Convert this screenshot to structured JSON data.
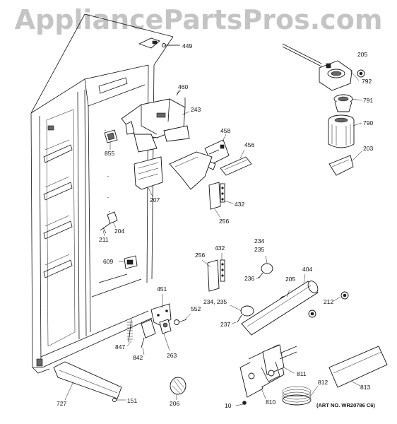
{
  "watermark": "AppliancePartsPros.com",
  "art_number": "(ART NO. WR20786 C6)",
  "parts": {
    "p449": "449",
    "p460": "460",
    "p243": "243",
    "p855": "855",
    "p458": "458",
    "p456": "456",
    "p207": "207",
    "p432a": "432",
    "p256a": "256",
    "p204": "204",
    "p211": "211",
    "p609": "609",
    "p205a": "205",
    "p792": "792",
    "p791": "791",
    "p790": "790",
    "p203": "203",
    "p256b": "256",
    "p432b": "432",
    "p234a": "234",
    "p235a": "235",
    "p236": "236",
    "p205b": "205",
    "p404": "404",
    "p212": "212",
    "p451": "451",
    "p552": "552",
    "p234b": "234, 235",
    "p237": "237",
    "p847": "847",
    "p842": "842",
    "p263": "263",
    "p811": "811",
    "p812": "812",
    "p813": "813",
    "p727": "727",
    "p151": "151",
    "p206": "206",
    "p10": "10",
    "p810": "810"
  }
}
